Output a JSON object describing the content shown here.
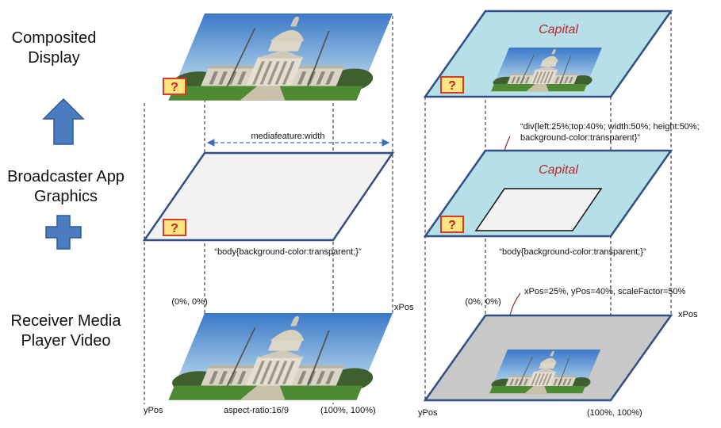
{
  "row_labels": {
    "composited": [
      "Composited",
      "Display"
    ],
    "broadcaster": [
      "Broadcaster App",
      "Graphics"
    ],
    "receiver": [
      "Receiver Media",
      "Player Video"
    ]
  },
  "annotations": {
    "mediafeature": "mediafeature:width",
    "body_css_left": "“body{background-color:transparent;}”",
    "body_css_right": "“body{background-color:transparent;}”",
    "div_css": [
      "“div{left:25%;top:40%; width:50%; height:50%;",
      "background-color:transparent}”"
    ],
    "scale_note": "xPos=25%, yPos=40%, scaleFactor=50%",
    "origin_left": "(0%, 0%)",
    "origin_right": "(0%, 0%)",
    "xpos_left": "xPos",
    "xpos_right": "xPos",
    "ypos_left": "yPos",
    "ypos_right": "yPos",
    "corner_left": "(100%, 100%)",
    "corner_right": "(100%, 100%)",
    "aspect": "aspect-ratio:16/9",
    "capital_top": "Capital",
    "capital_mid": "Capital"
  },
  "icons": {
    "help_badge": "?",
    "up_arrow": "arrow-up-icon",
    "plus": "plus-icon"
  },
  "colors": {
    "panel_border": "#2f4f86",
    "panel_blue_fill": "#b7dfe8",
    "transparent_fill": "#f2f2f2",
    "video_window_fill": "#c8c8c8",
    "arrow_fill": "#4a7cbf",
    "capital_text": "#c0232a",
    "pointer": "#8b2a2a"
  }
}
